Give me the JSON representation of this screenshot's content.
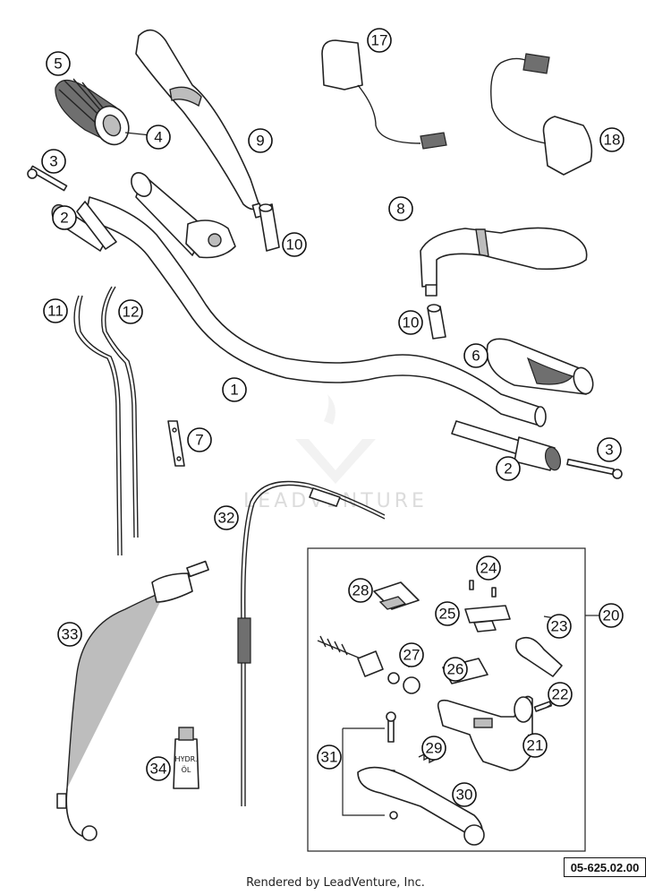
{
  "watermark": "LEADVENTURE",
  "diagram_code": "05-625.02.00",
  "footer": "Rendered by LeadVenture, Inc.",
  "oil_label_line1": "HYDR.",
  "oil_label_line2": "ÖL",
  "callouts": [
    "1",
    "2",
    "2",
    "3",
    "3",
    "4",
    "5",
    "6",
    "7",
    "8",
    "9",
    "10",
    "10",
    "11",
    "12",
    "17",
    "18",
    "20",
    "21",
    "22",
    "23",
    "24",
    "25",
    "26",
    "27",
    "28",
    "29",
    "30",
    "31",
    "32",
    "33",
    "34"
  ]
}
